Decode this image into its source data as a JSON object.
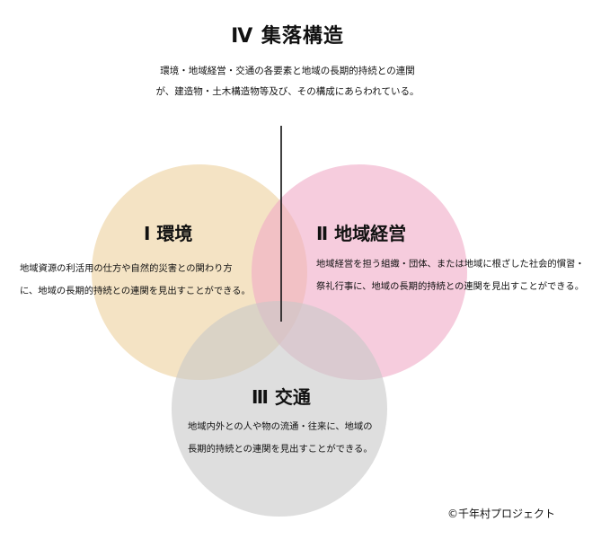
{
  "title": "Ⅳ 集落構造",
  "intro": {
    "line1": "環境・地域経営・交通の各要素と地域の長期的持続との連関",
    "line2": "が、建造物・土木構造物等及び、その構成にあらわれている。"
  },
  "circles": {
    "environment": {
      "label": "Ⅰ 環境",
      "desc1": "地域資源の利活用の仕方や自然的災害との関わり方",
      "desc2": "に、地域の長期的持続との連関を見出すことができる。",
      "color": "#f0d9b0"
    },
    "management": {
      "label": "Ⅱ 地域経営",
      "desc1": "地域経営を担う組織・団体、または地域に根ざした社会的慣習・",
      "desc2": "祭礼行事に、地域の長期的持続との連関を見出すことができる。",
      "color": "#f0aac6"
    },
    "traffic": {
      "label": "Ⅲ 交通",
      "desc1": "地域内外との人や物の流通・往来に、地域の",
      "desc2": "長期的持続との連関を見出すことができる。",
      "color": "#c8c8c8"
    }
  },
  "copyright": "©千年村プロジェクト"
}
